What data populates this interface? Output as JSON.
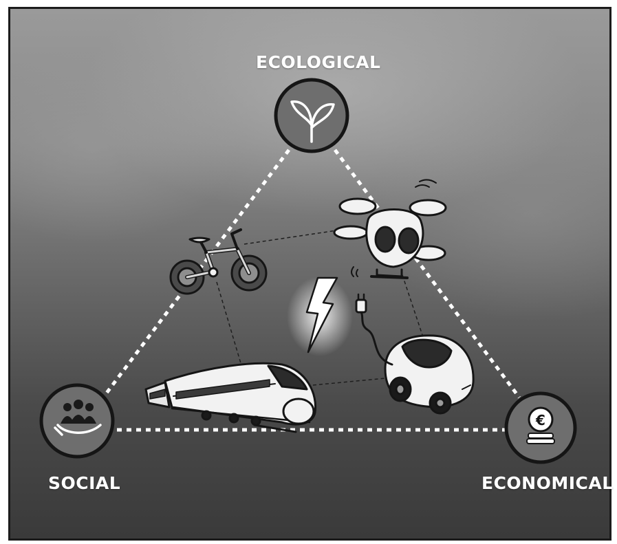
{
  "labels": {
    "ecological": "ECOLOGICAL",
    "social": "SOCIAL",
    "economical": "ECONOMICAL"
  },
  "nodes": {
    "ecological_icon": "sprout-icon",
    "social_icon": "people-in-hand-icon",
    "economical_icon": "euro-coin-stack-icon"
  },
  "items": [
    "bicycle-icon",
    "drone-icon",
    "lightning-bolt-icon",
    "electric-car-icon",
    "train-icon"
  ],
  "colors": {
    "node_fill": "#6e6e6e",
    "node_stroke": "#151515",
    "dotted_line": "#ffffff",
    "dashed_link": "#222222",
    "label_text": "#ffffff"
  }
}
